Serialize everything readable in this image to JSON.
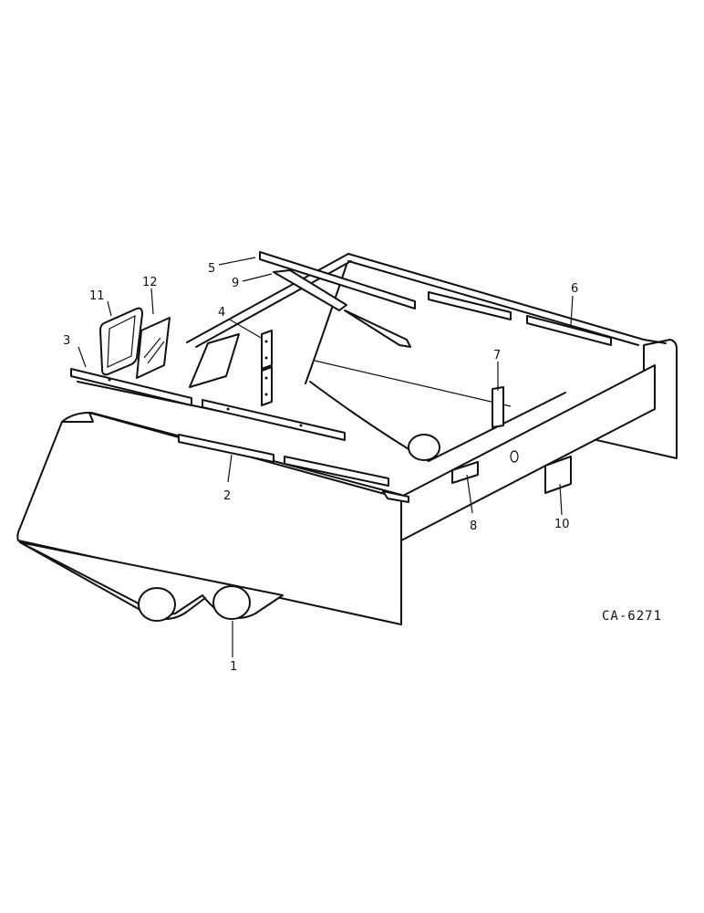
{
  "diagram": {
    "drawing_code": "CA-6271",
    "callouts": [
      "1",
      "2",
      "3",
      "4",
      "5",
      "6",
      "7",
      "8",
      "9",
      "10",
      "11",
      "12"
    ]
  }
}
